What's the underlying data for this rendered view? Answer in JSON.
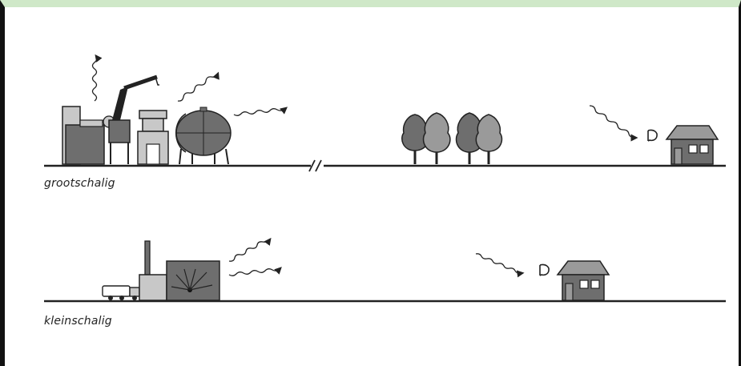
{
  "labels": {
    "large_scale": "grootschalig",
    "small_scale": "kleinschalig"
  },
  "colors": {
    "ink": "#222222",
    "dark_fill": "#6e6e6e",
    "mid_fill": "#9a9a9a",
    "light_fill": "#c8c8c8",
    "frame_top": "#cfe8c8"
  },
  "icons": [
    "wavy-emission-arrow",
    "factory",
    "crane",
    "gas-tank",
    "trees",
    "house",
    "ear",
    "truck",
    "incinerator",
    "chimney",
    "distance-break"
  ]
}
